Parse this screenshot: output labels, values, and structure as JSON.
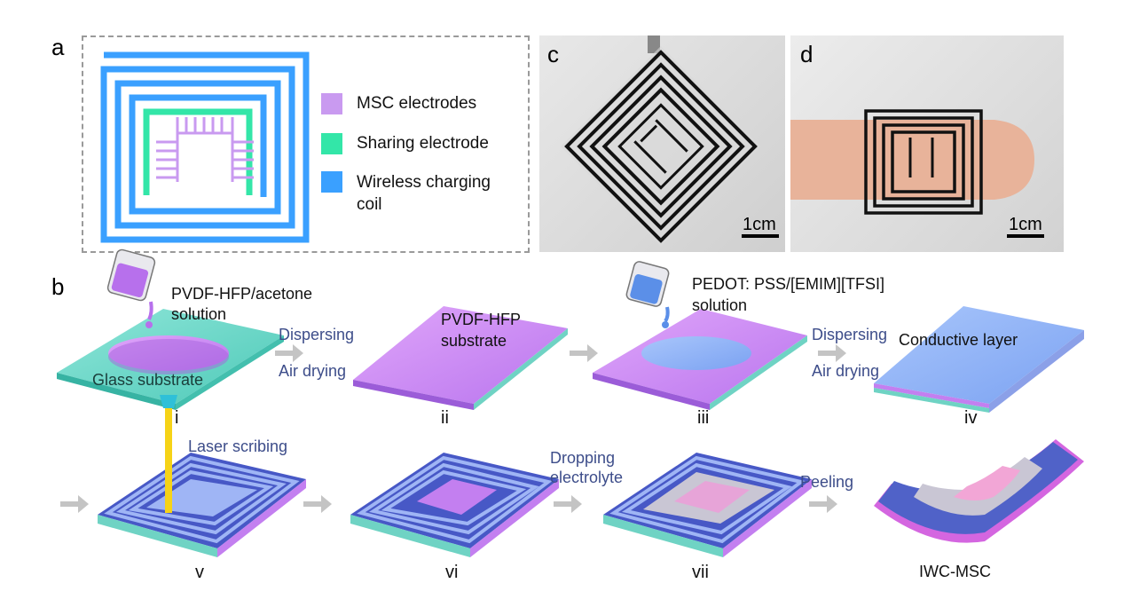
{
  "panels": {
    "a": "a",
    "b": "b",
    "c": "c",
    "d": "d"
  },
  "legend": [
    {
      "label": "MSC electrodes",
      "color": "#c99af0"
    },
    {
      "label": "Sharing electrode",
      "color": "#33e6a8"
    },
    {
      "label": "Wireless charging",
      "label2": "coil",
      "color": "#3aa0ff"
    }
  ],
  "photos": {
    "c_scale": "1cm",
    "d_scale": "1cm"
  },
  "process": {
    "step1_line1": "PVDF-HFP/acetone",
    "step1_line2": "solution",
    "glass_substrate": "Glass substrate",
    "dispersing1": "Dispersing",
    "air_drying1": "Air drying",
    "substrate_line1": "PVDF-HFP",
    "substrate_line2": "substrate",
    "step3_line1": "PEDOT: PSS/[EMIM][TFSI]",
    "step3_line2": "solution",
    "dispersing2": "Dispersing",
    "air_drying2": "Air drying",
    "conductive_layer": "Conductive layer",
    "laser_scribing": "Laser scribing",
    "dropping_line1": "Dropping",
    "dropping_line2": "electrolyte",
    "peeling": "Peeling",
    "final": "IWC-MSC"
  },
  "numerals": [
    "i",
    "ii",
    "iii",
    "iv",
    "v",
    "vi",
    "vii"
  ],
  "colors": {
    "teal": "#5fd6c8",
    "violet": "#c37ff0",
    "blue": "#7fa8f5",
    "coil_dark": "#3d4db8",
    "arrow_gray": "#bbbbbb",
    "text_blue": "#3d4d8a"
  }
}
